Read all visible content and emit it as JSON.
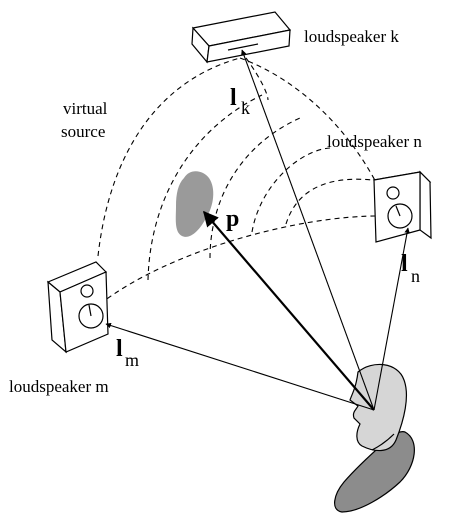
{
  "labels": {
    "speaker_k": "loudspeaker k",
    "speaker_n": "loudspeaker n",
    "speaker_m": "loudspeaker m",
    "virtual_source_line1": "virtual",
    "virtual_source_line2": "source"
  },
  "vectors": {
    "lk": {
      "symbol": "l",
      "subscript": "k"
    },
    "ln": {
      "symbol": "l",
      "subscript": "n"
    },
    "lm": {
      "symbol": "l",
      "subscript": "m"
    },
    "p": {
      "symbol": "p"
    }
  },
  "colors": {
    "ink": "#000000",
    "source_blob": "#9a9a9a",
    "head_fill": "#d6d6d6",
    "shoulder_fill": "#8c8c8c"
  }
}
